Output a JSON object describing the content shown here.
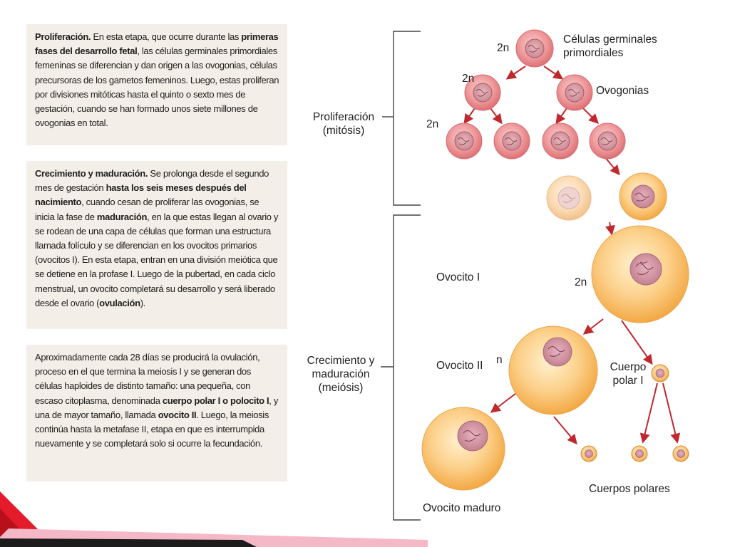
{
  "box1": {
    "parts": [
      {
        "t": "Proliferación.",
        "b": true
      },
      {
        "t": " En esta etapa, que ocurre durante las ",
        "b": false
      },
      {
        "t": "primeras fases del desarrollo fetal",
        "b": true
      },
      {
        "t": ", las células germinales primordiales femeninas se diferencian y dan origen a las ovogonias, células precursoras de los gametos femeninos. Luego, estas proliferan por divisiones mitóticas hasta el quinto o sexto mes de gestación, cuando se han formado unos siete millones de ovogonias en total.",
        "b": false
      }
    ]
  },
  "box2": {
    "parts": [
      {
        "t": "Crecimiento y maduración.",
        "b": true
      },
      {
        "t": " Se prolonga desde el segundo mes de gestación ",
        "b": false
      },
      {
        "t": "hasta los seis meses después del nacimiento",
        "b": true
      },
      {
        "t": ", cuando cesan de proliferar las ovogonias, se inicia la fase de ",
        "b": false
      },
      {
        "t": "maduración",
        "b": true
      },
      {
        "t": ", en la que estas llegan al ovario y se rodean de una capa de células que forman una estructura llamada folículo y se diferencian en los ovocitos primarios (ovocitos I). En esta etapa, entran en una división meiótica que se detiene en la profase I. Luego de la pubertad, en cada ciclo menstrual, un ovocito completará su desarrollo y será liberado desde el ovario (",
        "b": false
      },
      {
        "t": "ovulación",
        "b": true
      },
      {
        "t": ").",
        "b": false
      }
    ]
  },
  "box3": {
    "parts": [
      {
        "t": "Aproximadamente cada 28 días se producirá la ovulación, proceso en el que termina la meiosis I y se generan dos células haploides de distinto tamaño: una pequeña, con escaso citoplasma, denominada ",
        "b": false
      },
      {
        "t": "cuerpo polar I o polocito I",
        "b": true
      },
      {
        "t": ", y una de mayor tamaño, llamada ",
        "b": false
      },
      {
        "t": "ovocito II",
        "b": true
      },
      {
        "t": ". Luego, la meiosis continúa hasta la metafase II, etapa en que es interrumpida nuevamente y se completará solo si ocurre la fecundación.",
        "b": false
      }
    ]
  },
  "diagram": {
    "germinal_line1": "Células germinales",
    "germinal_line2": "primordiales",
    "ovogonias": "Ovogonias",
    "ploidy_2n": "2n",
    "ploidy_n": "n",
    "proliferacion_line1": "Proliferación",
    "proliferacion_line2": "(mitósis)",
    "crecimiento_line1": "Crecimiento y",
    "crecimiento_line2": "maduración",
    "crecimiento_line3": "(meiósis)",
    "ovocito_i": "Ovocito I",
    "ovocito_ii": "Ovocito II",
    "cuerpo_polar_line1": "Cuerpo",
    "cuerpo_polar_line2": "polar I",
    "cuerpos_polares": "Cuerpos polares",
    "ovocito_maduro": "Ovocito maduro"
  },
  "colors": {
    "box_bg": "#f3eee7",
    "cell_pink": "#e88a8c",
    "cell_orange": "#f7b45a",
    "arrow_red": "#c0282e",
    "corner_red": "#e41b2a"
  }
}
